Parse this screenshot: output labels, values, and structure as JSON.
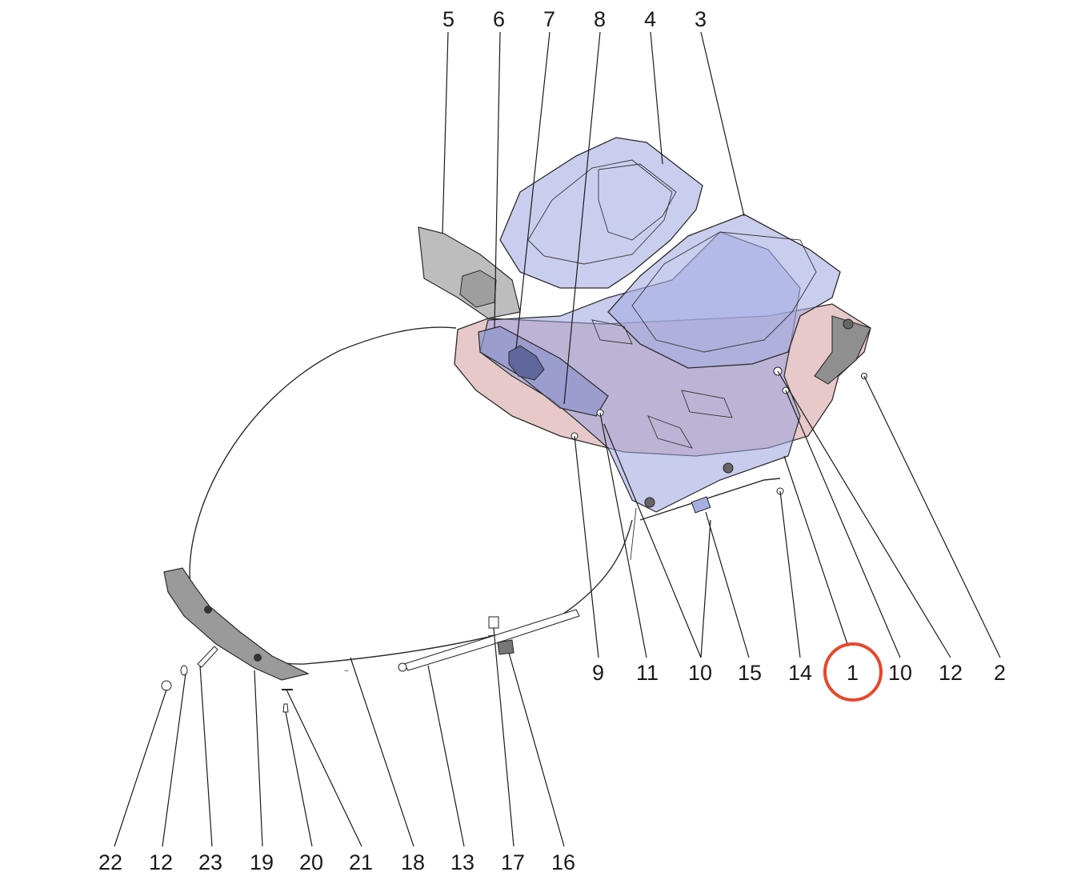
{
  "callouts_top": [
    "5",
    "6",
    "7",
    "8",
    "4",
    "3"
  ],
  "callouts_middle": [
    "9",
    "11",
    "10",
    "15",
    "14",
    "1",
    "10",
    "12",
    "2"
  ],
  "callouts_bottom": [
    "22",
    "12",
    "23",
    "19",
    "20",
    "21",
    "18",
    "13",
    "17",
    "16"
  ],
  "highlight": {
    "label": "1",
    "color": "#e8472a"
  },
  "colors": {
    "plate_blue": "#8c97d8",
    "plate_red": "#c98a8a",
    "pad_gray": "#b9b9b9",
    "line": "#1a1a1a"
  }
}
